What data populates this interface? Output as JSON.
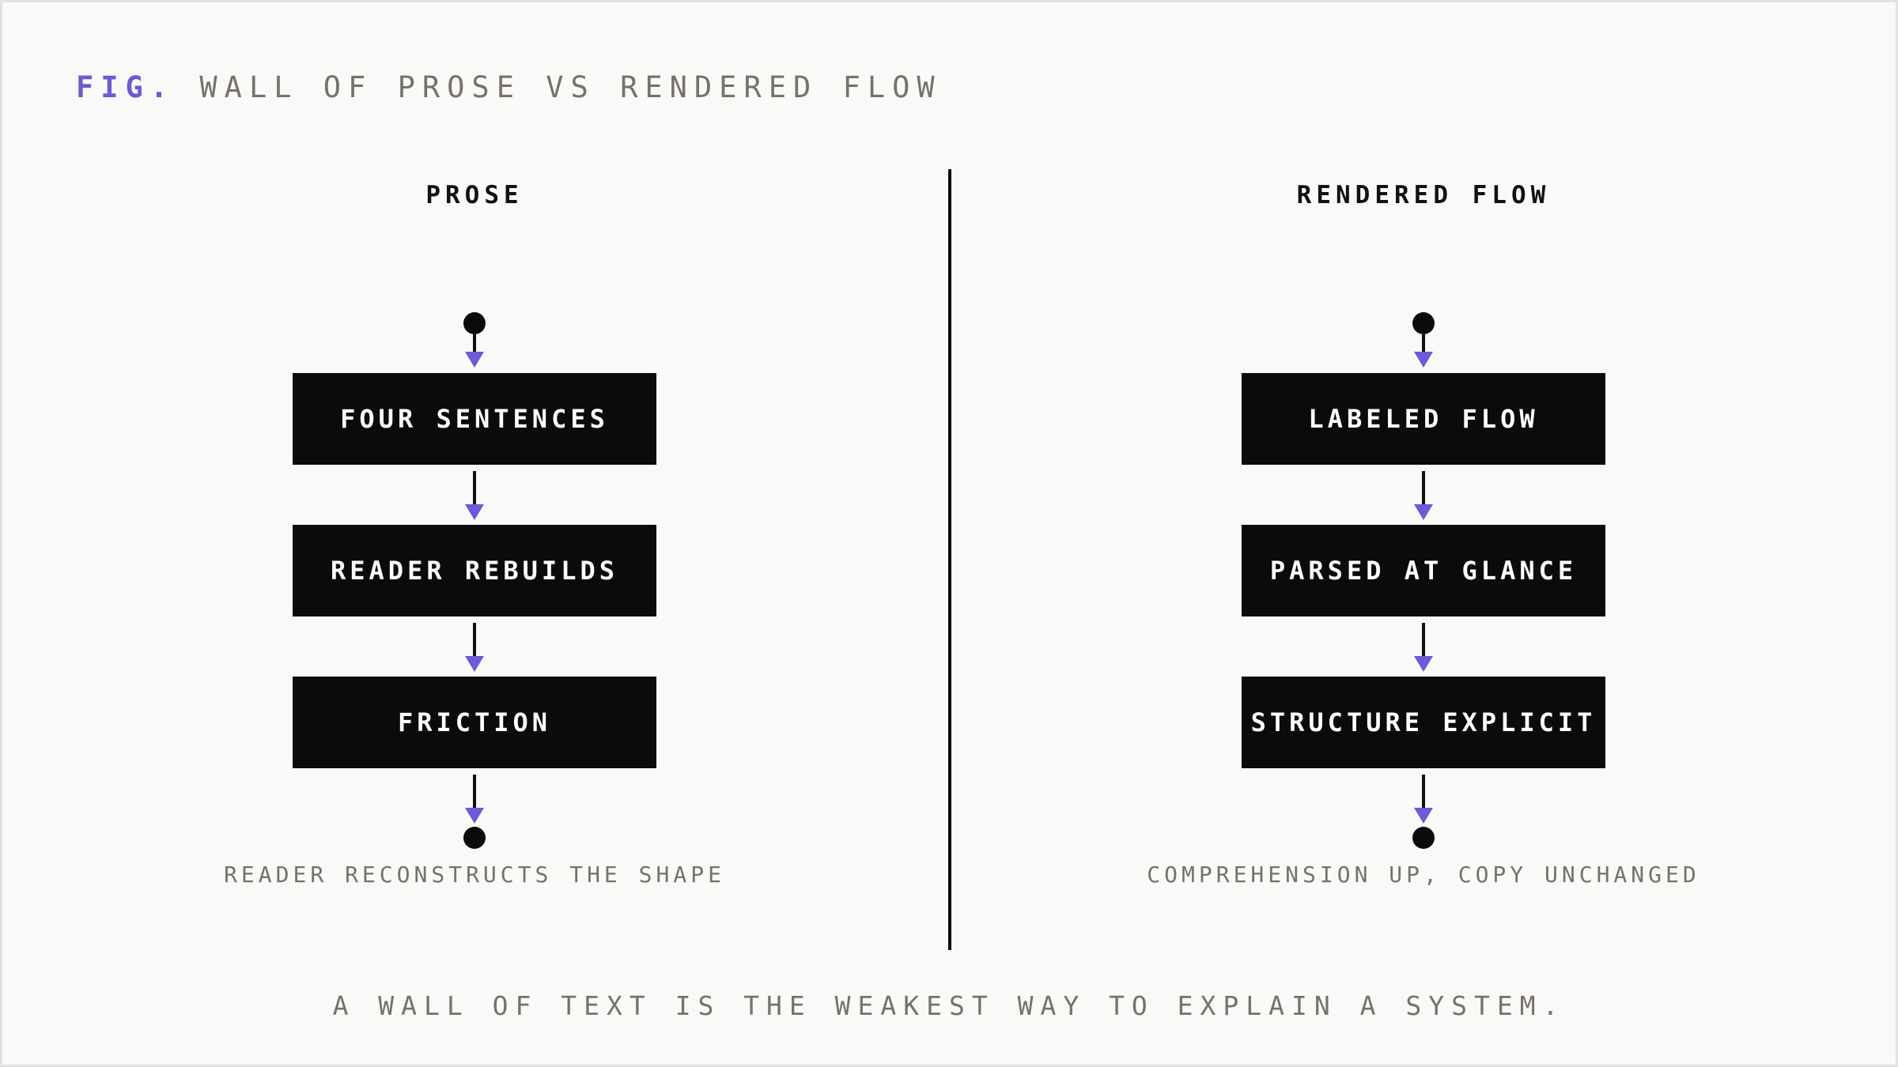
{
  "figure": {
    "prefix": "FIG.",
    "title": "WALL OF PROSE VS RENDERED FLOW"
  },
  "columns": [
    {
      "heading": "PROSE",
      "nodes": [
        "FOUR SENTENCES",
        "READER REBUILDS",
        "FRICTION"
      ],
      "caption": "READER RECONSTRUCTS THE SHAPE"
    },
    {
      "heading": "RENDERED FLOW",
      "nodes": [
        "LABELED FLOW",
        "PARSED AT GLANCE",
        "STRUCTURE EXPLICIT"
      ],
      "caption": "COMPREHENSION UP, COPY UNCHANGED"
    }
  ],
  "footer": "A WALL OF TEXT IS THE WEAKEST WAY TO EXPLAIN A SYSTEM.",
  "colors": {
    "accent": "#6b5ad9",
    "node_fill": "#0b0b0b",
    "muted_text": "#77716c",
    "background": "#f9f9f7"
  }
}
